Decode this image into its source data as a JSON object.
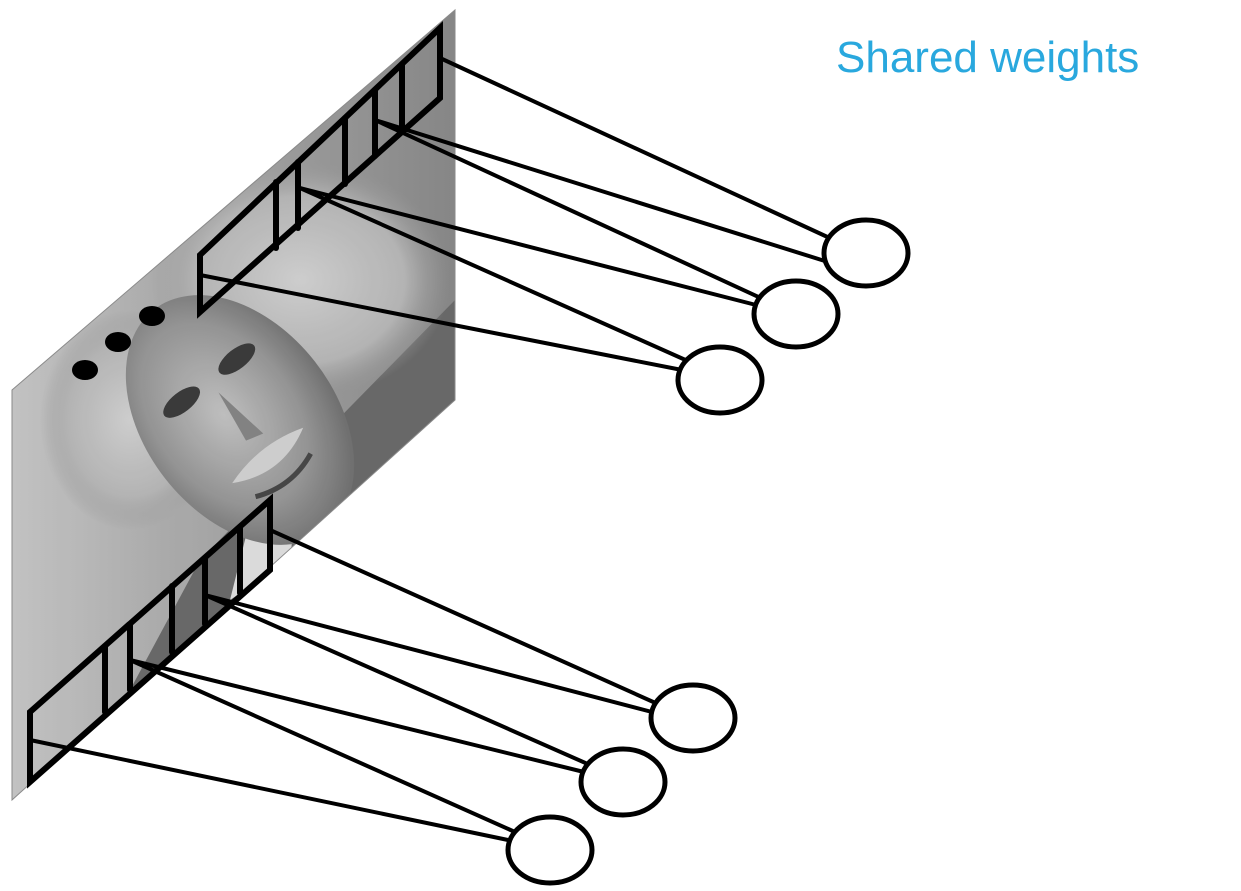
{
  "title": "Shared weights",
  "colors": {
    "title": "#29a8de",
    "stroke": "#000000",
    "background": "#ffffff",
    "image_base": "#9a9a9a"
  },
  "image": {
    "description_icon": "grayscale-portrait-photo"
  },
  "groups": [
    {
      "name": "top-group",
      "receptive_fields": 3,
      "output_units": 3
    },
    {
      "name": "bottom-group",
      "receptive_fields": 3,
      "output_units": 3
    }
  ],
  "ellipsis_dots": 3
}
